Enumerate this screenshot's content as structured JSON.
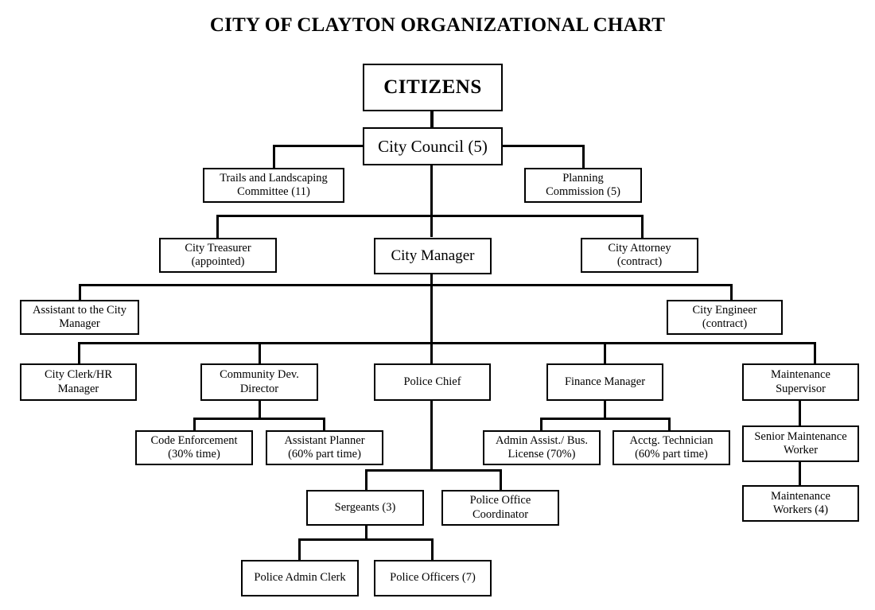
{
  "document": {
    "title": "CITY OF CLAYTON ORGANIZATIONAL CHART",
    "type": "organizational-chart",
    "background_color": "#ffffff",
    "line_color": "#000000",
    "text_color": "#000000"
  },
  "nodes": {
    "citizens": "CITIZENS",
    "city_council": "City Council (5)",
    "trails_committee": "Trails and Landscaping\nCommittee (11)",
    "planning_commission": "Planning\nCommission (5)",
    "city_treasurer": "City Treasurer\n(appointed)",
    "city_manager": "City Manager",
    "city_attorney": "City Attorney\n(contract)",
    "assistant_to_city_manager": "Assistant to the City\nManager",
    "city_engineer": "City Engineer\n(contract)",
    "city_clerk_hr_manager": "City Clerk/HR\nManager",
    "community_dev_director": "Community Dev.\nDirector",
    "police_chief": "Police Chief",
    "finance_manager": "Finance Manager",
    "maintenance_supervisor": "Maintenance\nSupervisor",
    "code_enforcement": "Code Enforcement\n(30% time)",
    "assistant_planner": "Assistant Planner\n(60% part time)",
    "admin_assist_bus_license": "Admin Assist./ Bus.\nLicense (70%)",
    "acctg_technician": "Acctg. Technician\n(60% part time)",
    "senior_maintenance_worker": "Senior Maintenance\nWorker",
    "maintenance_workers": "Maintenance\nWorkers (4)",
    "sergeants": "Sergeants (3)",
    "police_office_coordinator": "Police Office\nCoordinator",
    "police_admin_clerk": "Police Admin Clerk",
    "police_officers": "Police Officers (7)"
  },
  "hierarchy": [
    {
      "parent": "citizens",
      "children": [
        "city_council"
      ]
    },
    {
      "parent": "city_council",
      "children": [
        "trails_committee",
        "planning_commission",
        "city_manager",
        "city_treasurer",
        "city_attorney"
      ]
    },
    {
      "parent": "city_manager",
      "children": [
        "assistant_to_city_manager",
        "city_engineer",
        "city_clerk_hr_manager",
        "community_dev_director",
        "police_chief",
        "finance_manager",
        "maintenance_supervisor"
      ]
    },
    {
      "parent": "community_dev_director",
      "children": [
        "code_enforcement",
        "assistant_planner"
      ]
    },
    {
      "parent": "finance_manager",
      "children": [
        "admin_assist_bus_license",
        "acctg_technician"
      ]
    },
    {
      "parent": "maintenance_supervisor",
      "children": [
        "senior_maintenance_worker"
      ]
    },
    {
      "parent": "senior_maintenance_worker",
      "children": [
        "maintenance_workers"
      ]
    },
    {
      "parent": "police_chief",
      "children": [
        "sergeants",
        "police_office_coordinator"
      ]
    },
    {
      "parent": "sergeants",
      "children": [
        "police_admin_clerk",
        "police_officers"
      ]
    }
  ]
}
